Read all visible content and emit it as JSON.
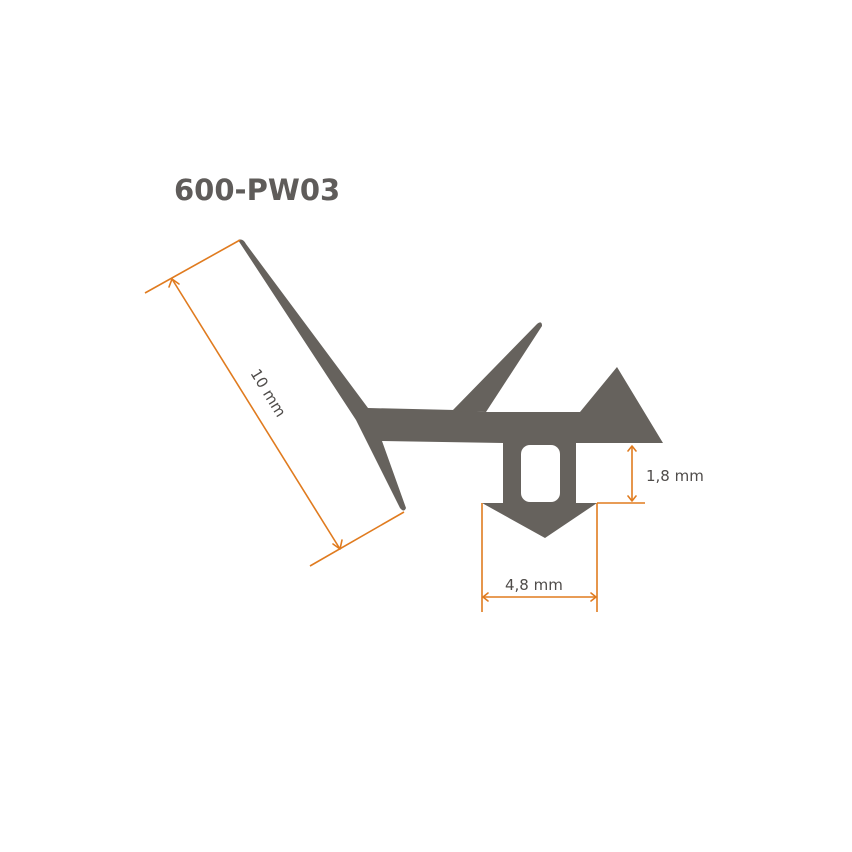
{
  "title": "600-PW03",
  "colors": {
    "profile": "#66625d",
    "dimension": "#e07b1f",
    "title_text": "#5f5c5a",
    "background": "#ffffff"
  },
  "dimensions": {
    "blade_length": "10 mm",
    "barb_height": "1,8 mm",
    "barb_width": "4,8 mm"
  }
}
